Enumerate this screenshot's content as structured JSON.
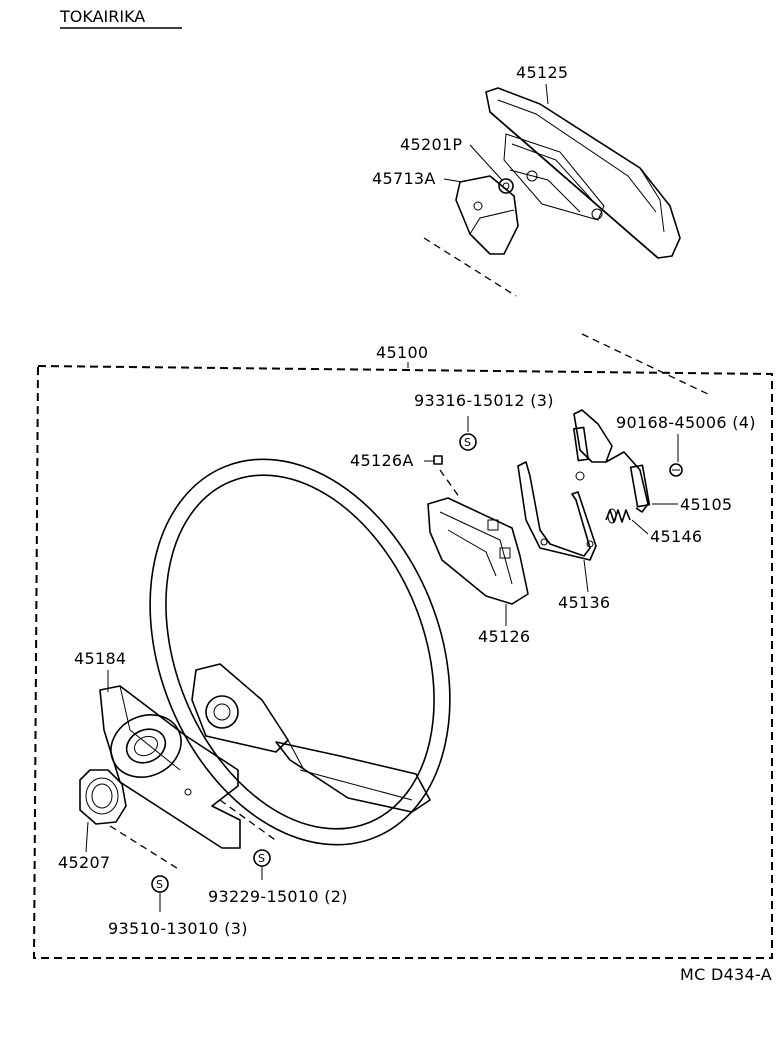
{
  "manufacturer": "TOKAIRIKA",
  "diagram_code": "MC D434-A",
  "standard_symbol": "S",
  "labels": {
    "horn_pad": "45125",
    "nut_45201P": "45201P",
    "emblem": "45713A",
    "wheel_assy": "45100",
    "screw_93316": "93316-15012 (3)",
    "pin_45126A": "45126A",
    "screw_90168": "90168-45006 (4)",
    "contact_45105": "45105",
    "spring_45146": "45146",
    "contact_45136": "45136",
    "bracket_45126": "45126",
    "cover_45184": "45184",
    "ring_45207": "45207",
    "screw_93229": "93229-15010 (2)",
    "screw_93510": "93510-13010 (3)"
  }
}
